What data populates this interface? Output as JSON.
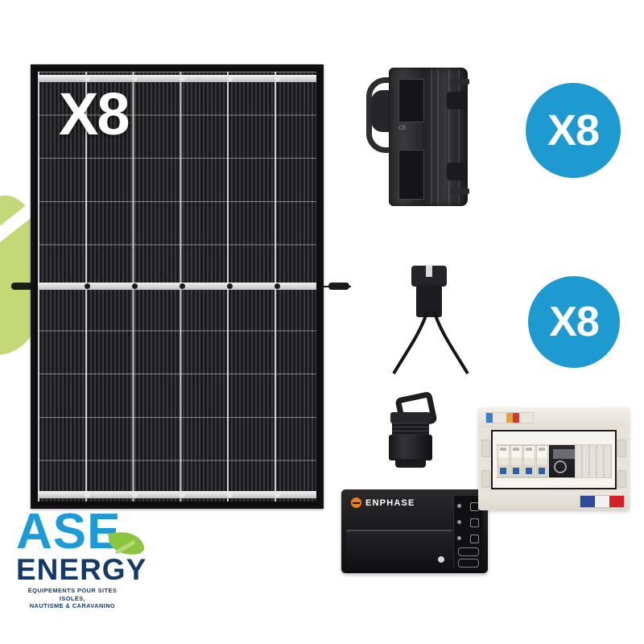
{
  "image": {
    "kind": "product-photo-composite",
    "background_color": "#ffffff",
    "brand_blue": "#1d9bd6",
    "brand_navy": "#133a6b",
    "brand_green": "#8cc63e",
    "badge_blue": "#1d9bd1",
    "accent_orange": "#f07c22"
  },
  "panel": {
    "quantity_label": "X8",
    "columns": 6,
    "rows": 10,
    "frame_color": "#121214",
    "cell_color": "#1a1a1d"
  },
  "badges": [
    {
      "label": "X8",
      "name": "microinverter-quantity-badge"
    },
    {
      "label": "X8",
      "name": "cable-quantity-badge"
    }
  ],
  "microinverter": {
    "name": "microinverter",
    "markings": "CE",
    "color": "#2c2c2f"
  },
  "connector": {
    "name": "y-branch-connector",
    "color": "#24242a"
  },
  "endcap": {
    "name": "cable-end-cap",
    "color": "#26262b"
  },
  "gateway": {
    "brand": "ENPHASE",
    "color": "#17171a",
    "logo_color": "#f07c22"
  },
  "enclosure": {
    "name": "ac-distribution-box",
    "body_color": "#e7e3da",
    "breaker_count": 4,
    "breaker_toggle_color": "#2b5fa8",
    "flag_colors": [
      "#2b4b9b",
      "#f2f2f2",
      "#d62027"
    ]
  },
  "logo": {
    "primary": "ASE",
    "secondary": "ENERGY",
    "tagline_line_1": "ÉQUIPEMENTS POUR SITES ISOLÉS,",
    "tagline_line_2": "NAUTISME & CARAVANING"
  }
}
